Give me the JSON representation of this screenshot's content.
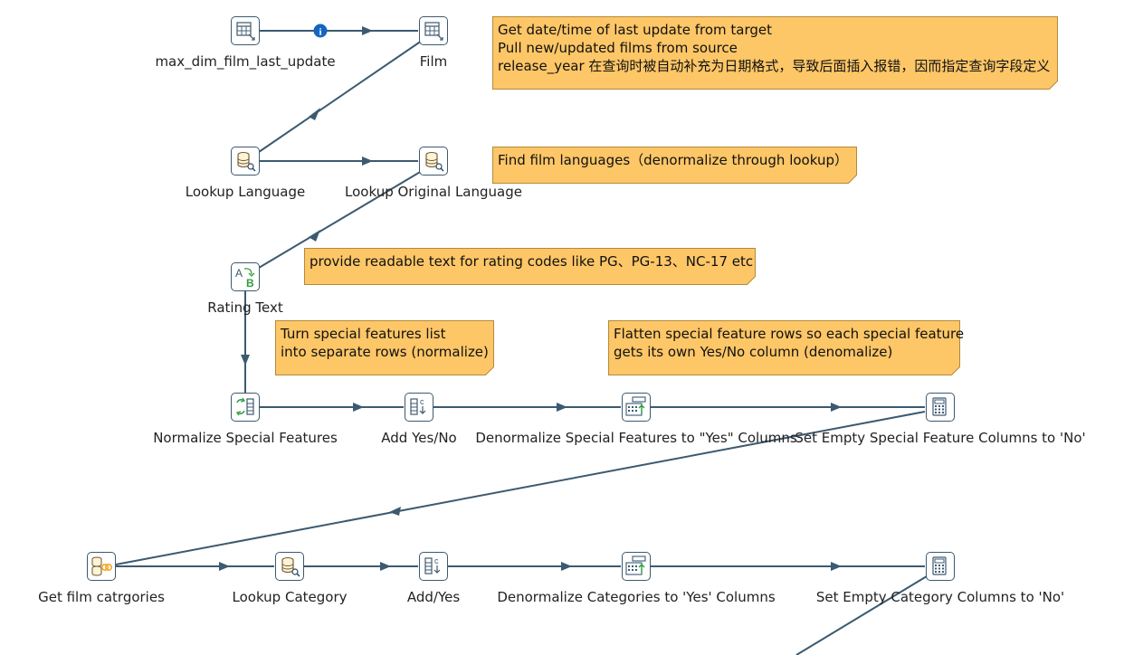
{
  "steps": {
    "max_dim_film_last_update": "max_dim_film_last_update",
    "film": "Film",
    "lookup_language": "Lookup Language",
    "lookup_original_language": "Lookup Original Language",
    "rating_text": "Rating Text",
    "normalize_special_features": "Normalize Special Features",
    "add_yes_no": "Add Yes/No",
    "denormalize_special_features": "Denormalize Special Features to \"Yes\" Columns",
    "set_empty_special_feature": "Set Empty Special Feature Columns to 'No'",
    "get_film_categories": "Get film catrgories",
    "lookup_category": "Lookup Category",
    "add_yes": "Add/Yes",
    "denormalize_categories": "Denormalize Categories to 'Yes' Columns",
    "set_empty_category": "Set Empty Category Columns to 'No'"
  },
  "notes": {
    "update_note": [
      "Get date/time of last update from target",
      "Pull new/updated films from source",
      "release_year 在查询时被自动补充为日期格式，导致后面插入报错，因而指定查询字段定义"
    ],
    "language_note": [
      "Find  film languages（denormalize through lookup）"
    ],
    "rating_note": [
      "provide readable text for rating codes like PG、PG-13、NC-17 etc"
    ],
    "normalize_note": [
      "Turn special features list",
      "into separate rows (normalize)"
    ],
    "flatten_note": [
      "Flatten special feature rows so each special feature",
      "gets its own Yes/No column (denomalize)"
    ]
  },
  "hop_info_icon": "info-icon",
  "colors": {
    "hop": "#3c5a70",
    "note": "#fdc667",
    "info": "#1565c0"
  }
}
